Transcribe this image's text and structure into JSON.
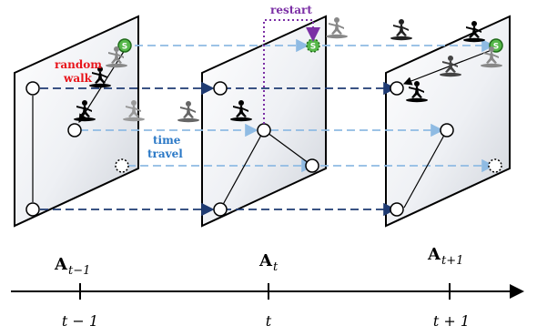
{
  "labels": {
    "random_walk_line1": "random",
    "random_walk_line2": "walk",
    "time_travel_line1": "time",
    "time_travel_line2": "travel",
    "restart": "restart",
    "start_node": "S"
  },
  "matrices": [
    {
      "base": "A",
      "sub": "t−1"
    },
    {
      "base": "A",
      "sub": "t"
    },
    {
      "base": "A",
      "sub": "t+1"
    }
  ],
  "timeline": {
    "ticks": [
      "t − 1",
      "t",
      "t + 1"
    ]
  },
  "colors": {
    "random_walk": "#e8141b",
    "time_travel": "#2a78c6",
    "restart": "#7b2fa5",
    "start_node": "#56b84a",
    "dark_arrow": "#1f3b73",
    "light_arrow": "#8fbbe3"
  },
  "icons": [
    "surfer-icon"
  ]
}
